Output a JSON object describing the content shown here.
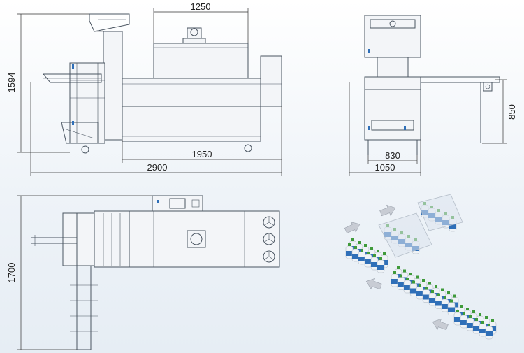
{
  "dimensions": {
    "side_top_length": "1250",
    "side_height": "1594",
    "side_inner_length": "1950",
    "side_total_length": "2900",
    "front_height": "850",
    "front_inner_width": "830",
    "front_total_width": "1050",
    "top_depth": "1700"
  },
  "colors": {
    "line": "#4a5561",
    "bottle_blue": "#2f6fb8",
    "cap_green": "#3f9a3a",
    "arrow_gray": "#c8ccd4"
  }
}
